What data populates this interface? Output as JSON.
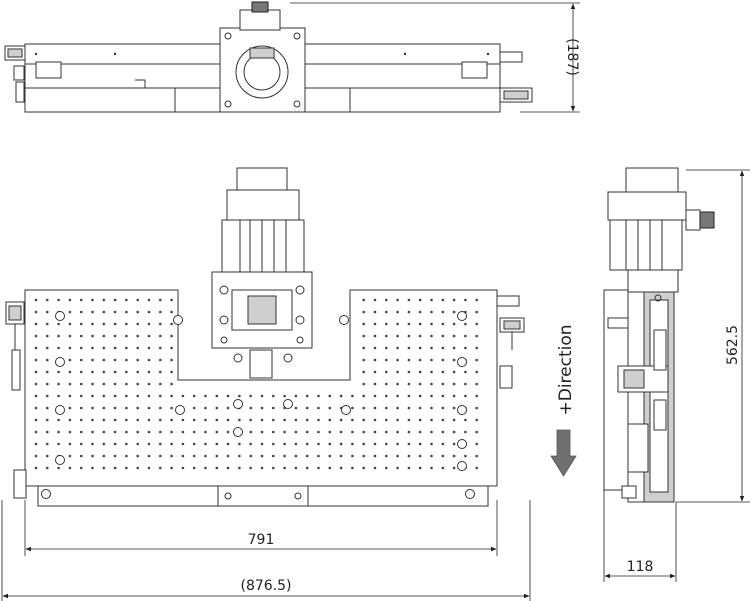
{
  "dimensions": {
    "top_height": "(187)",
    "base_width": "791",
    "overall_width": "(876.5)",
    "side_height": "562.5",
    "side_width": "118"
  },
  "direction_label": "+Direction",
  "colors": {
    "line": "#333333",
    "arrow": "#707070",
    "fill_gray": "#cfcfcf"
  }
}
